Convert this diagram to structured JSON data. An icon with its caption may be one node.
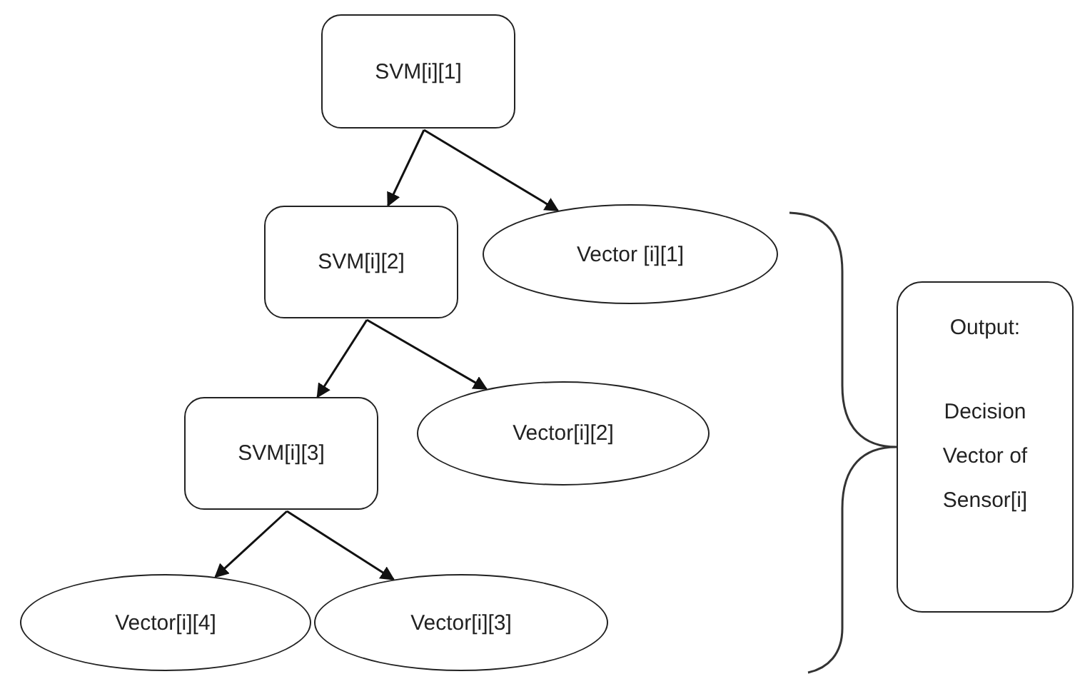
{
  "diagram": {
    "nodes": [
      {
        "text": [
          "SVM[i][1]"
        ]
      },
      {
        "text": [
          "SVM[i][2]"
        ]
      },
      {
        "text": [
          "Vector [i][1]"
        ]
      },
      {
        "text": [
          "SVM[i][3]"
        ]
      },
      {
        "text": [
          "Vector[i][2]"
        ]
      },
      {
        "text": [
          "Vector[i][4]"
        ]
      },
      {
        "text": [
          "Vector[i][3]"
        ]
      },
      {
        "text": [
          "Output:",
          "Decision Vector of Sensor[i]"
        ]
      }
    ],
    "edges": [
      {
        "from": 0,
        "to": 1,
        "arrow": "to"
      },
      {
        "from": 0,
        "to": 2,
        "arrow": "to"
      },
      {
        "from": 1,
        "to": 3,
        "arrow": "to"
      },
      {
        "from": 1,
        "to": 4,
        "arrow": "to"
      },
      {
        "from": 3,
        "to": 5,
        "arrow": "to"
      },
      {
        "from": 3,
        "to": 6,
        "arrow": "to"
      }
    ]
  }
}
